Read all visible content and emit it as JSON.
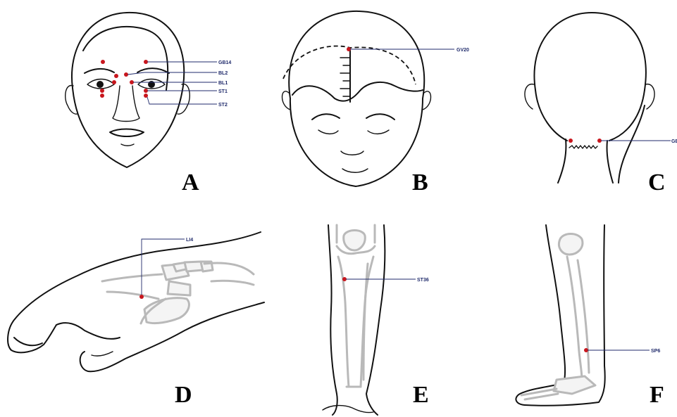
{
  "colors": {
    "point": "#c8161d",
    "leader": "#1f2a6b",
    "ink": "#111111",
    "bone": "#b9b9b9"
  },
  "panels": {
    "A": {
      "letter": "A",
      "labels": {
        "gb14": "GB14",
        "bl2": "BL2",
        "bl1": "BL1",
        "st1": "ST1",
        "st2": "ST2"
      }
    },
    "B": {
      "letter": "B",
      "labels": {
        "gv20": "GV20"
      }
    },
    "C": {
      "letter": "C",
      "labels": {
        "gb20": "GB"
      }
    },
    "D": {
      "letter": "D",
      "labels": {
        "li4": "LI4"
      }
    },
    "E": {
      "letter": "E",
      "labels": {
        "st36": "ST36"
      }
    },
    "F": {
      "letter": "F",
      "labels": {
        "sp6": "SP6"
      }
    }
  }
}
